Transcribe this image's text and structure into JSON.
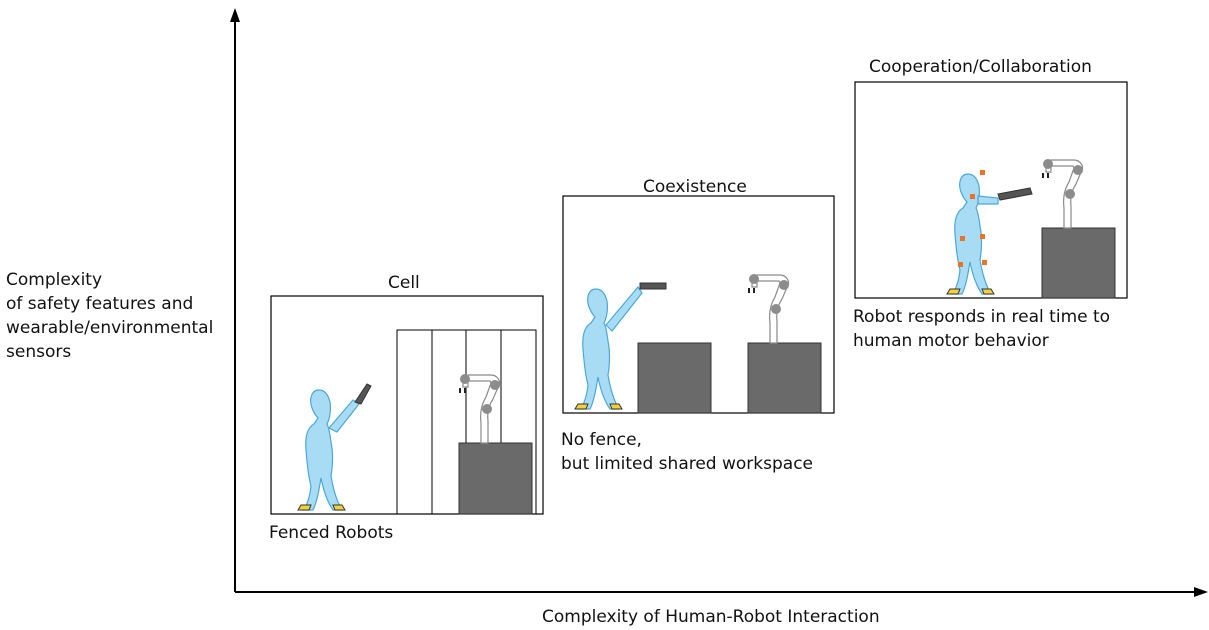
{
  "axes": {
    "y_label": "Complexity\nof safety features and\nwearable/environmental\nsensors",
    "x_label": "Complexity of Human-Robot Interaction"
  },
  "stages": {
    "cell": {
      "title": "Cell",
      "caption": "Fenced Robots"
    },
    "coexistence": {
      "title": "Coexistence",
      "caption": "No fence,\nbut limited shared workspace"
    },
    "cooperation": {
      "title": "Cooperation/Collaboration",
      "caption": "Robot responds in real time to\nhuman motor behavior"
    }
  },
  "colors": {
    "human_fill": "#a8dcf5",
    "human_stroke": "#4aa8d8",
    "block": "#6a6a6a",
    "joint": "#8c8c8c",
    "sensor": "#e8732a",
    "shoe": "#f2d13a",
    "tool": "#555555"
  }
}
